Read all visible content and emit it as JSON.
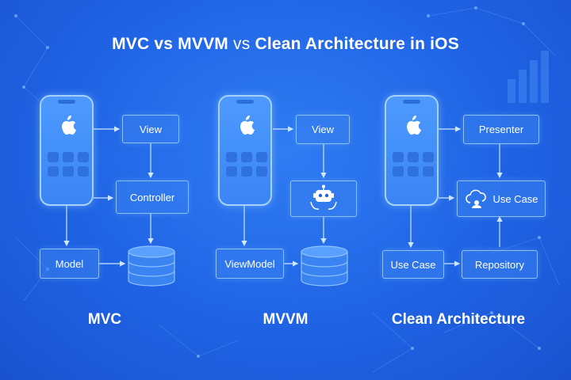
{
  "title": {
    "part1": "MVC vs MVVM",
    "part2": " vs ",
    "part3": "Clean Architecture in iOS"
  },
  "icons": {
    "device": "iphone-icon",
    "logo": "apple-logo-icon",
    "database": "database-icon",
    "robot": "robot-face-icon",
    "cloud": "cloud-sync-icon"
  },
  "colors": {
    "background": "#1f63e4",
    "phone": "#3f8cf7",
    "box_border": "#8ec2ff",
    "text": "#ffffff"
  },
  "mvc": {
    "view": "View",
    "controller": "Controller",
    "model": "Model",
    "label": "MVC"
  },
  "mvvm": {
    "view": "View",
    "viewmodel": "ViewModel",
    "label": "MVVM"
  },
  "clean": {
    "presenter": "Presenter",
    "use_case_top": "Use Case",
    "use_case_bottom": "Use Case",
    "repository": "Repository",
    "label": "Clean Architecture"
  }
}
